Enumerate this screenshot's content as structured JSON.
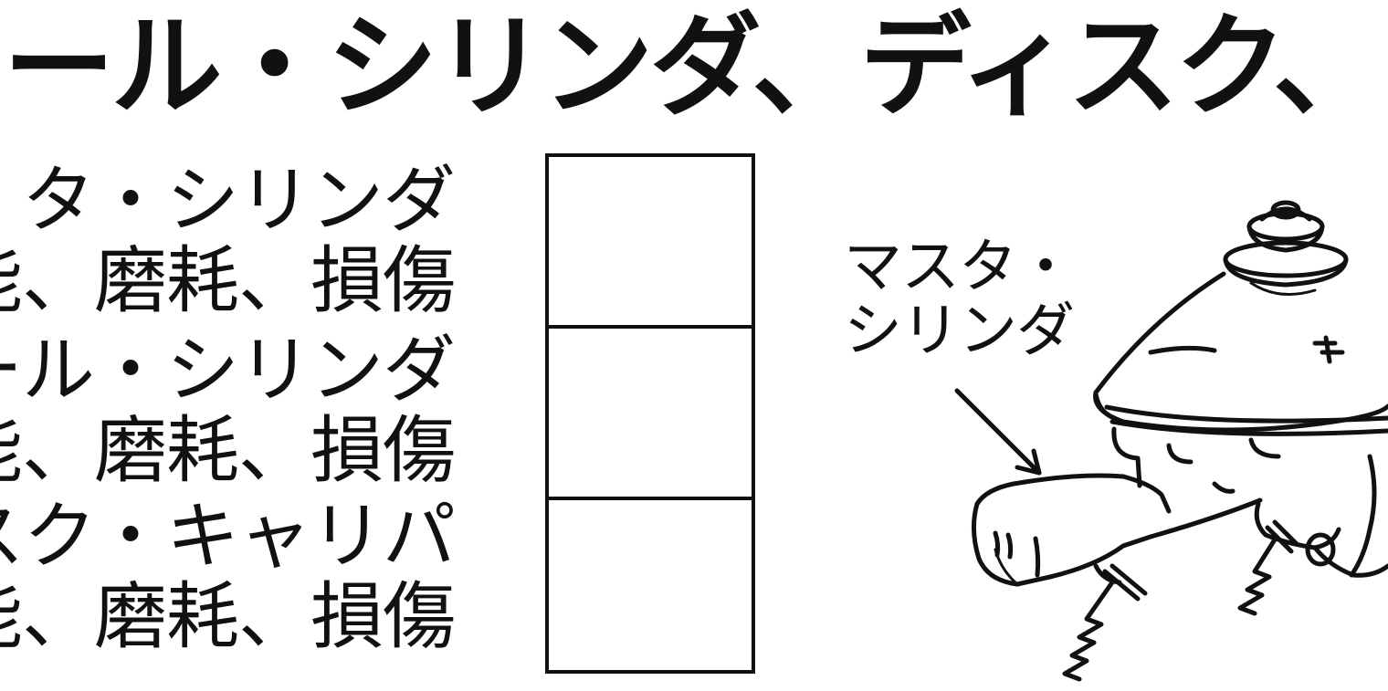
{
  "heading": "、ホイール・シリンダ、ディスク、キ",
  "items": [
    {
      "name": "タ・シリンダ",
      "detail": "能、磨耗、損傷"
    },
    {
      "name": "ール・シリンダ",
      "detail": "能、磨耗、損傷"
    },
    {
      "name": "スク・キャリパ",
      "detail": "能、磨耗、損傷"
    }
  ],
  "figure": {
    "callout_line1": "マスタ・",
    "callout_line2": "シリンダ",
    "icon": "master-cylinder-illustration"
  }
}
